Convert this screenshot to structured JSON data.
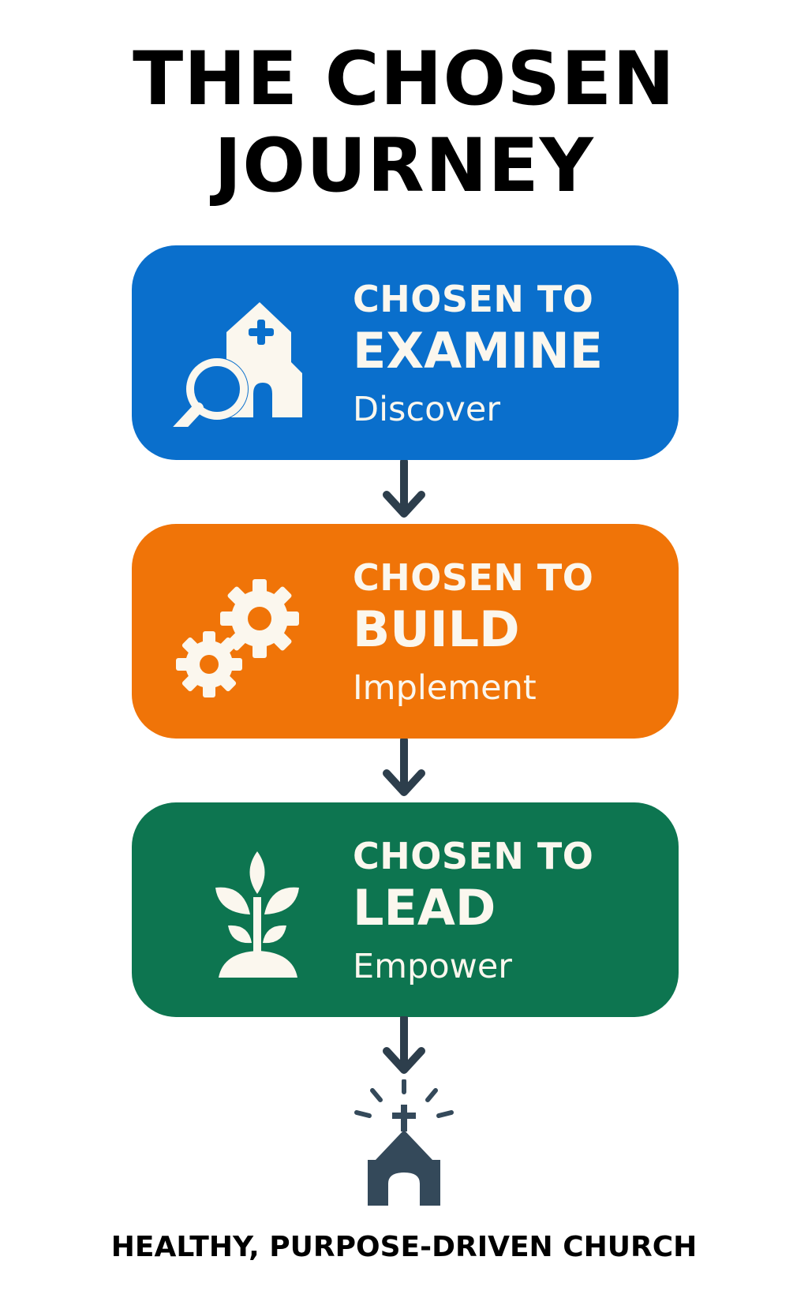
{
  "title": {
    "line1": "THE CHOSEN",
    "line2": "JOURNEY"
  },
  "steps": [
    {
      "prefix": "CHOSEN TO",
      "main": "EXAMINE",
      "sub": "Discover",
      "color": "#0a6fcc",
      "icon": "church-magnifier-icon"
    },
    {
      "prefix": "CHOSEN TO",
      "main": "BUILD",
      "sub": "Implement",
      "color": "#f07408",
      "icon": "gears-icon"
    },
    {
      "prefix": "CHOSEN TO",
      "main": "LEAD",
      "sub": "Empower",
      "color": "#0d7550",
      "icon": "sprout-icon"
    }
  ],
  "result": {
    "icon": "church-radiant-icon",
    "label": "HEALTHY, PURPOSE-DRIVEN CHURCH"
  },
  "colors": {
    "icon_light": "#fbf7ee",
    "arrow": "#2d3e4c",
    "church": "#34495a"
  }
}
